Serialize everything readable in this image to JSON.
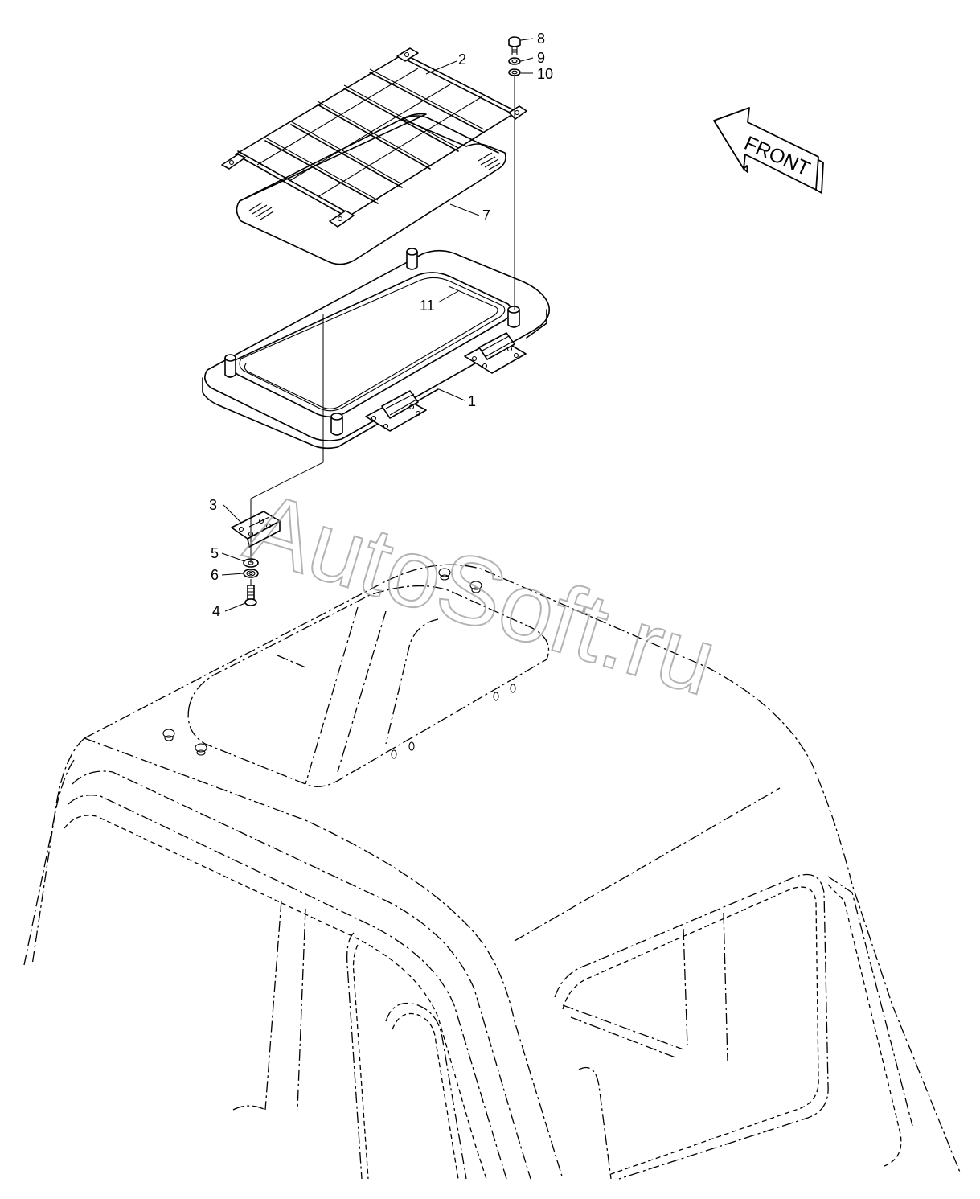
{
  "callouts": {
    "c1": "1",
    "c2": "2",
    "c3": "3",
    "c4": "4",
    "c5": "5",
    "c6": "6",
    "c7": "7",
    "c8": "8",
    "c9": "9",
    "c10": "10",
    "c11": "11"
  },
  "direction_arrow": {
    "label": "FRONT"
  },
  "watermark": {
    "text": "AutoSoft.ru"
  },
  "icons": [
    "front-direction-arrow-icon"
  ]
}
